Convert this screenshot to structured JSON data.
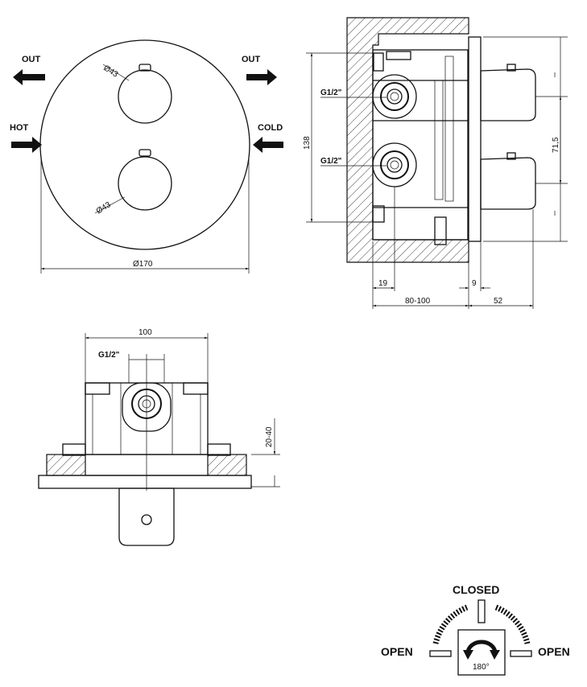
{
  "front_view": {
    "out_left": "OUT",
    "out_right": "OUT",
    "hot": "HOT",
    "cold": "COLD",
    "dia_knob_top": "Ø43",
    "dia_knob_bottom": "Ø43",
    "dia_plate": "Ø170"
  },
  "side_view": {
    "thread_top": "G1/2\"",
    "thread_bottom": "G1/2\"",
    "dim_height": "138",
    "dim_spacing": "71,5",
    "dim_19": "19",
    "dim_9": "9",
    "dim_depth": "80-100",
    "dim_52": "52"
  },
  "top_view": {
    "dim_width": "100",
    "thread": "G1/2\"",
    "dim_wall": "20-40"
  },
  "rotation": {
    "closed": "CLOSED",
    "open_left": "OPEN",
    "open_right": "OPEN",
    "angle": "180°"
  },
  "colors": {
    "ink": "#111111",
    "paper": "#ffffff"
  }
}
